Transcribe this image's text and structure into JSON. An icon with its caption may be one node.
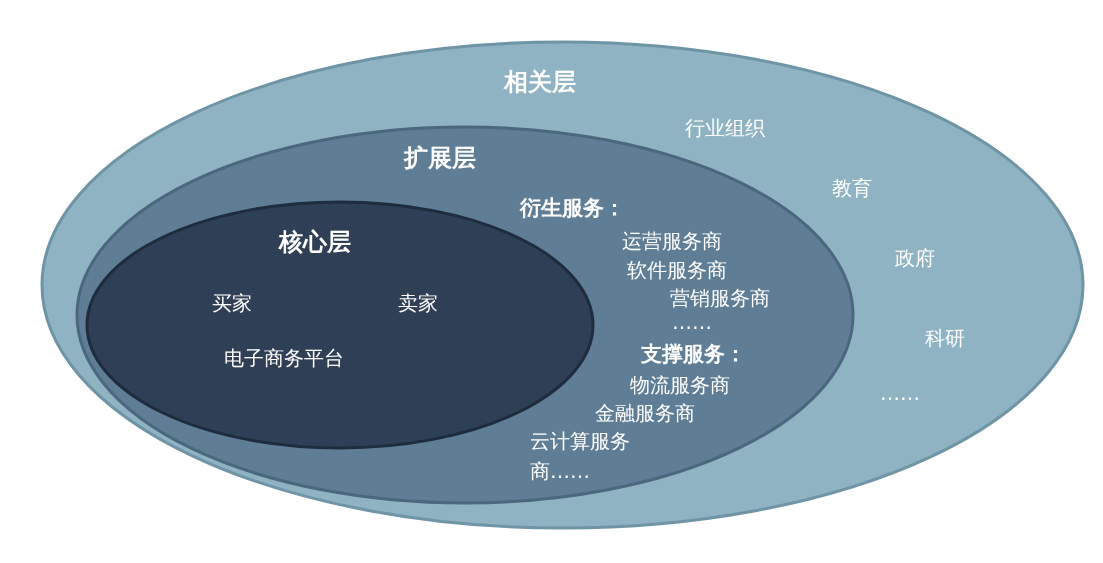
{
  "diagram": {
    "nodes": [
      {
        "text": [
          "相关层",
          "行业组织",
          "教育",
          "政府",
          "科研",
          "……"
        ]
      },
      {
        "text": [
          "扩展层",
          "衍生服务：",
          "运营服务商",
          "软件服务商",
          "营销服务商",
          "……",
          "支撑服务：",
          "物流服务商",
          "金融服务商",
          "云计算服务商……"
        ],
        "in": 0
      },
      {
        "text": [
          "核心层",
          "买家",
          "卖家",
          "电子商务平台"
        ],
        "in": 1
      }
    ]
  }
}
